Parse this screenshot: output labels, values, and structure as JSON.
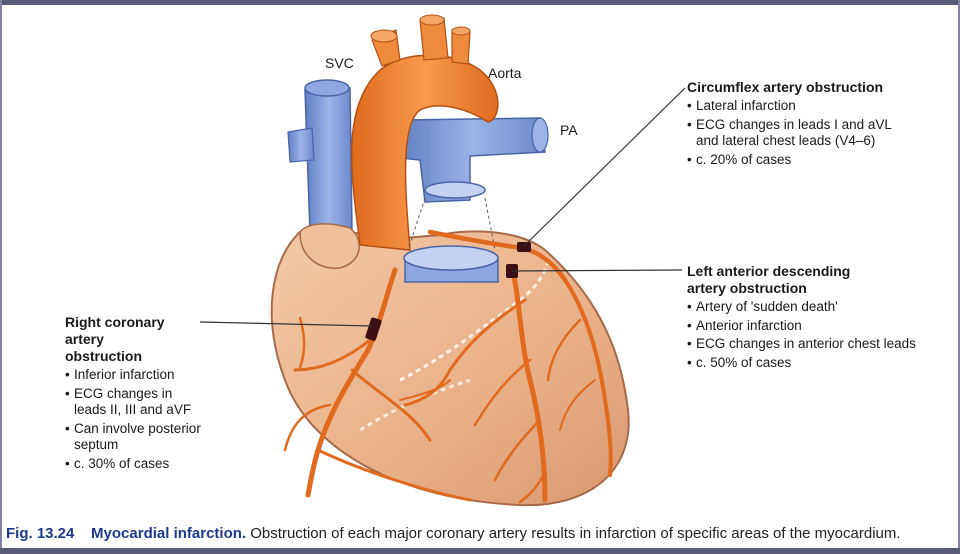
{
  "vessel_labels": {
    "svc": "SVC",
    "aorta": "Aorta",
    "pa": "PA"
  },
  "callouts": {
    "circumflex": {
      "heading": "Circumflex artery obstruction",
      "items": [
        "Lateral infarction",
        "ECG changes in leads I and aVL and lateral chest leads (V4–6)",
        "c. 20% of cases"
      ]
    },
    "lad": {
      "heading_line1": "Left anterior descending",
      "heading_line2": "artery obstruction",
      "items": [
        "Artery of 'sudden death'",
        "Anterior infarction",
        "ECG changes in anterior chest leads",
        "c. 50% of cases"
      ]
    },
    "rca": {
      "heading_line1": "Right coronary artery",
      "heading_line2": "obstruction",
      "items": [
        "Inferior infarction",
        "ECG changes in leads II, III and aVF",
        "Can involve posterior septum",
        "c. 30% of cases"
      ]
    }
  },
  "caption": {
    "figure": "Fig. 13.24",
    "title": "Myocardial infarction.",
    "text": "Obstruction of each major coronary artery results in infarction of specific areas of the myocardium."
  },
  "colors": {
    "heart": "#eab58c",
    "artery": "#e8782a",
    "vein": "#7a9ad8",
    "occlusion": "#3a0e12",
    "caption_accent": "#1f3a8a"
  }
}
